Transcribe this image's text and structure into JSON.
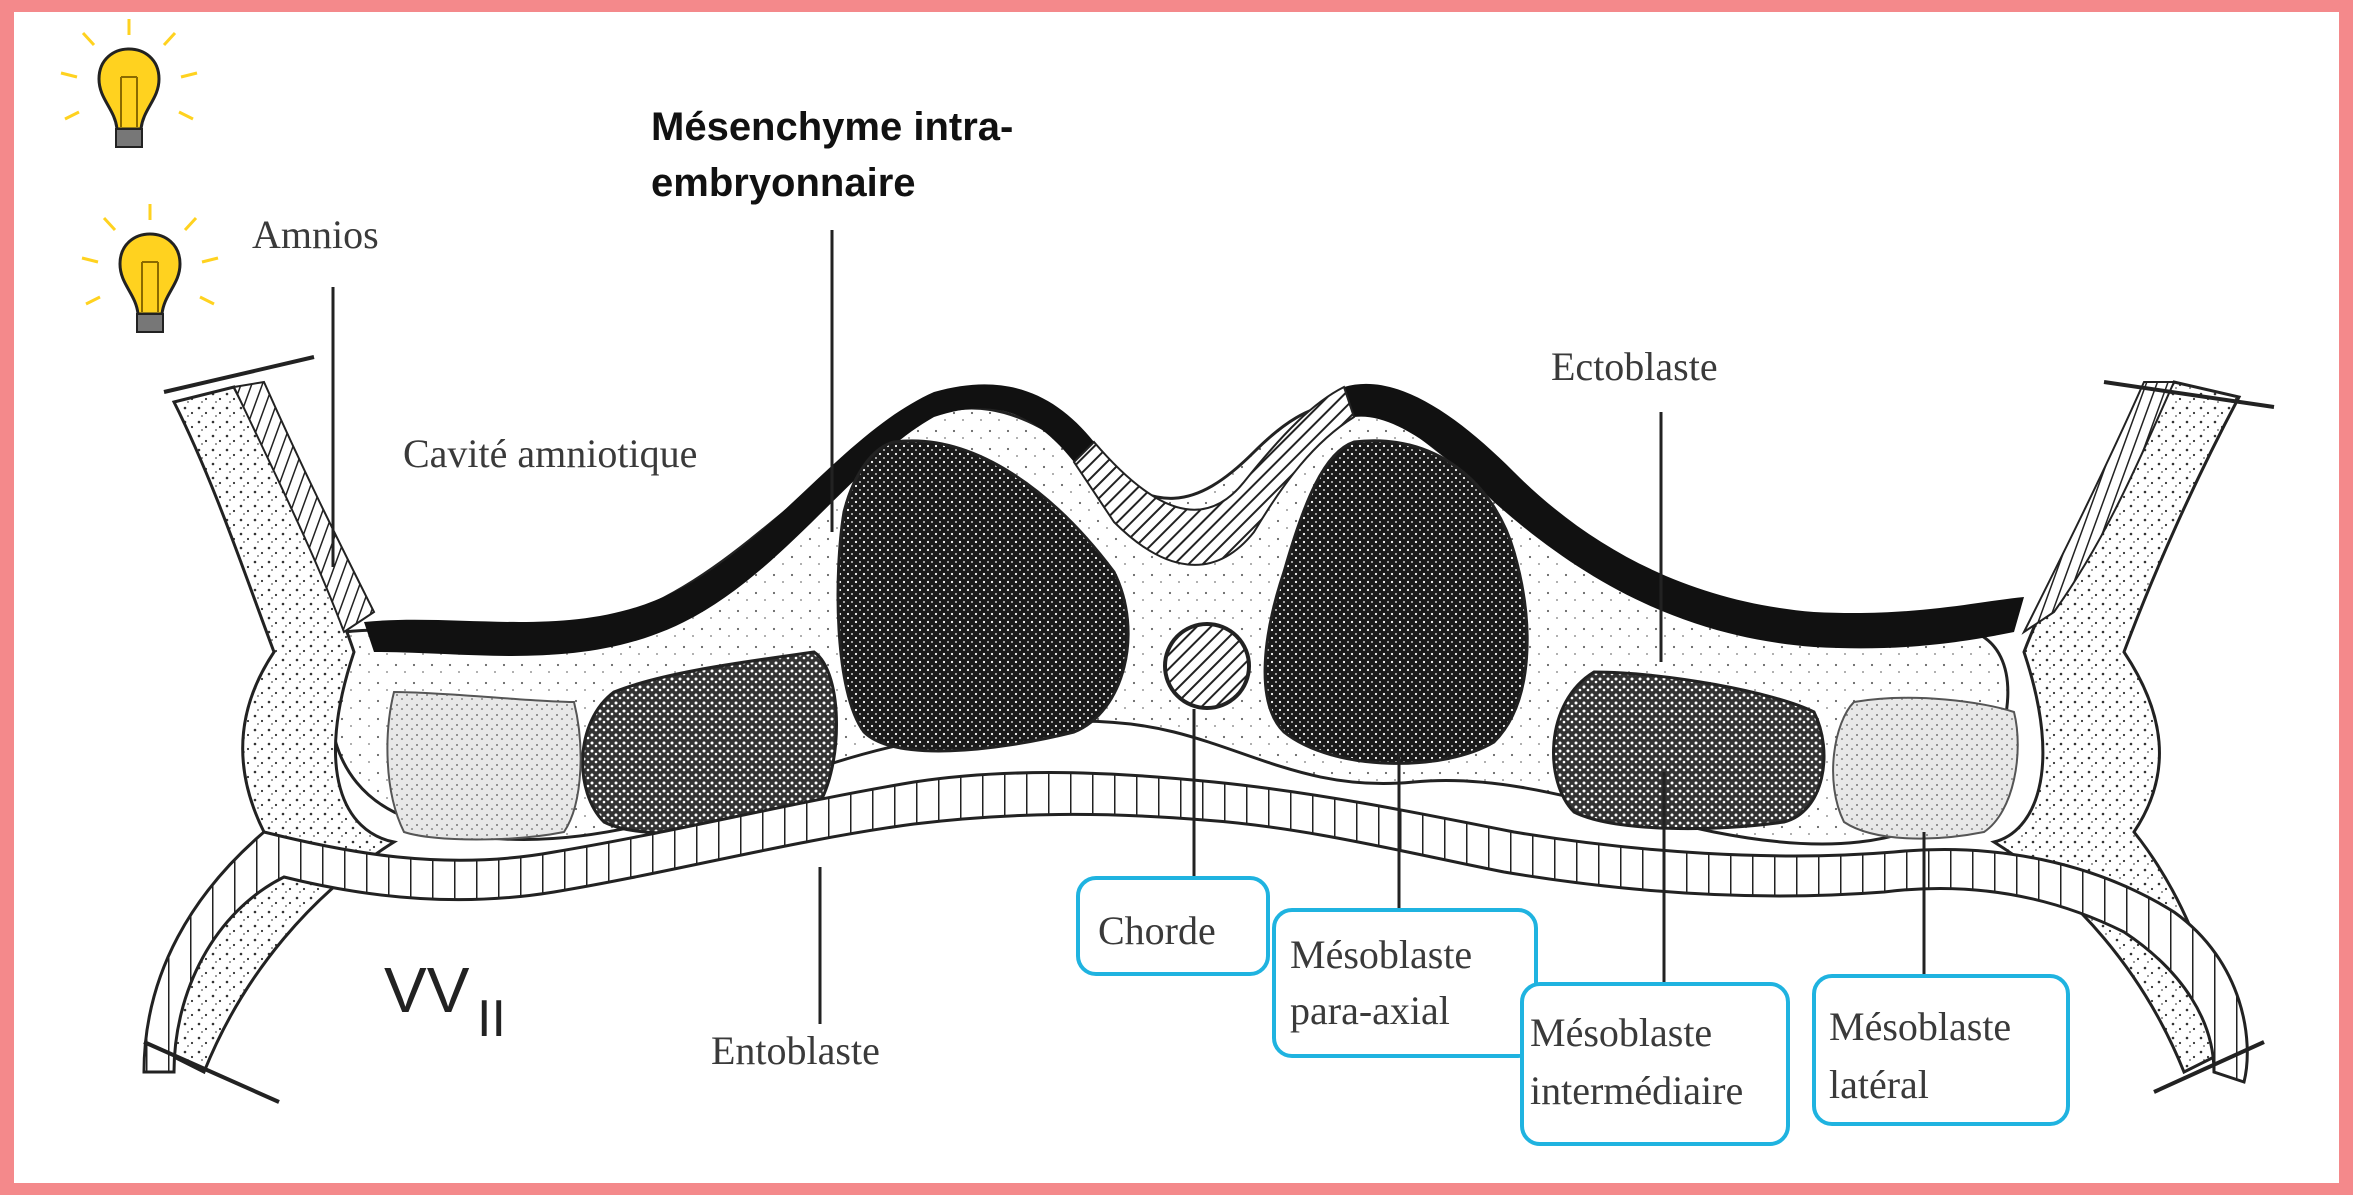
{
  "labels": {
    "amnios": "Amnios",
    "mesenchyme_line1": "Mésenchyme intra-",
    "mesenchyme_line2": "embryonnaire",
    "cavite": "Cavité amniotique",
    "ectoblaste": "Ectoblaste",
    "entoblaste": "Entoblaste",
    "chorde": "Chorde",
    "paraaxial_line1": "Mésoblaste",
    "paraaxial_line2": "para-axial",
    "intermediaire_line1": "Mésoblaste",
    "intermediaire_line2": "intermédiaire",
    "lateral_line1": "Mésoblaste",
    "lateral_line2": "latéral",
    "vv": "VV",
    "vv_sub": "II"
  },
  "icons": [
    "lightbulb-icon",
    "lightbulb-icon"
  ],
  "colors": {
    "border": "#f4898b",
    "highlight_box": "#1fb3e0",
    "bulb": "#ffd21f"
  }
}
